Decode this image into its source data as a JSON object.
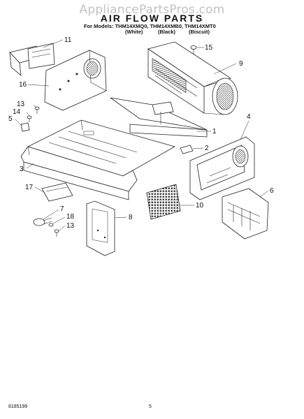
{
  "watermark": "AppliancePartsPros.com",
  "header": {
    "title": "AIR FLOW PARTS",
    "models": "For Models: THM14XMQ0, THM14XMB0, THM14XMT0",
    "variant_white": "(White)",
    "variant_black": "(Black)",
    "variant_biscuit": "(Biscuit)"
  },
  "callouts": {
    "c1": "1",
    "c2": "2",
    "c3": "3",
    "c4": "4",
    "c5": "5",
    "c6": "6",
    "c7": "7",
    "c8": "8",
    "c9": "9",
    "c10": "10",
    "c11": "11",
    "c13a": "13",
    "c13b": "13",
    "c14": "14",
    "c15": "15",
    "c16": "16",
    "c17": "17",
    "c18": "18"
  },
  "footer": {
    "doc_number": "8185199",
    "page_number": "5"
  }
}
